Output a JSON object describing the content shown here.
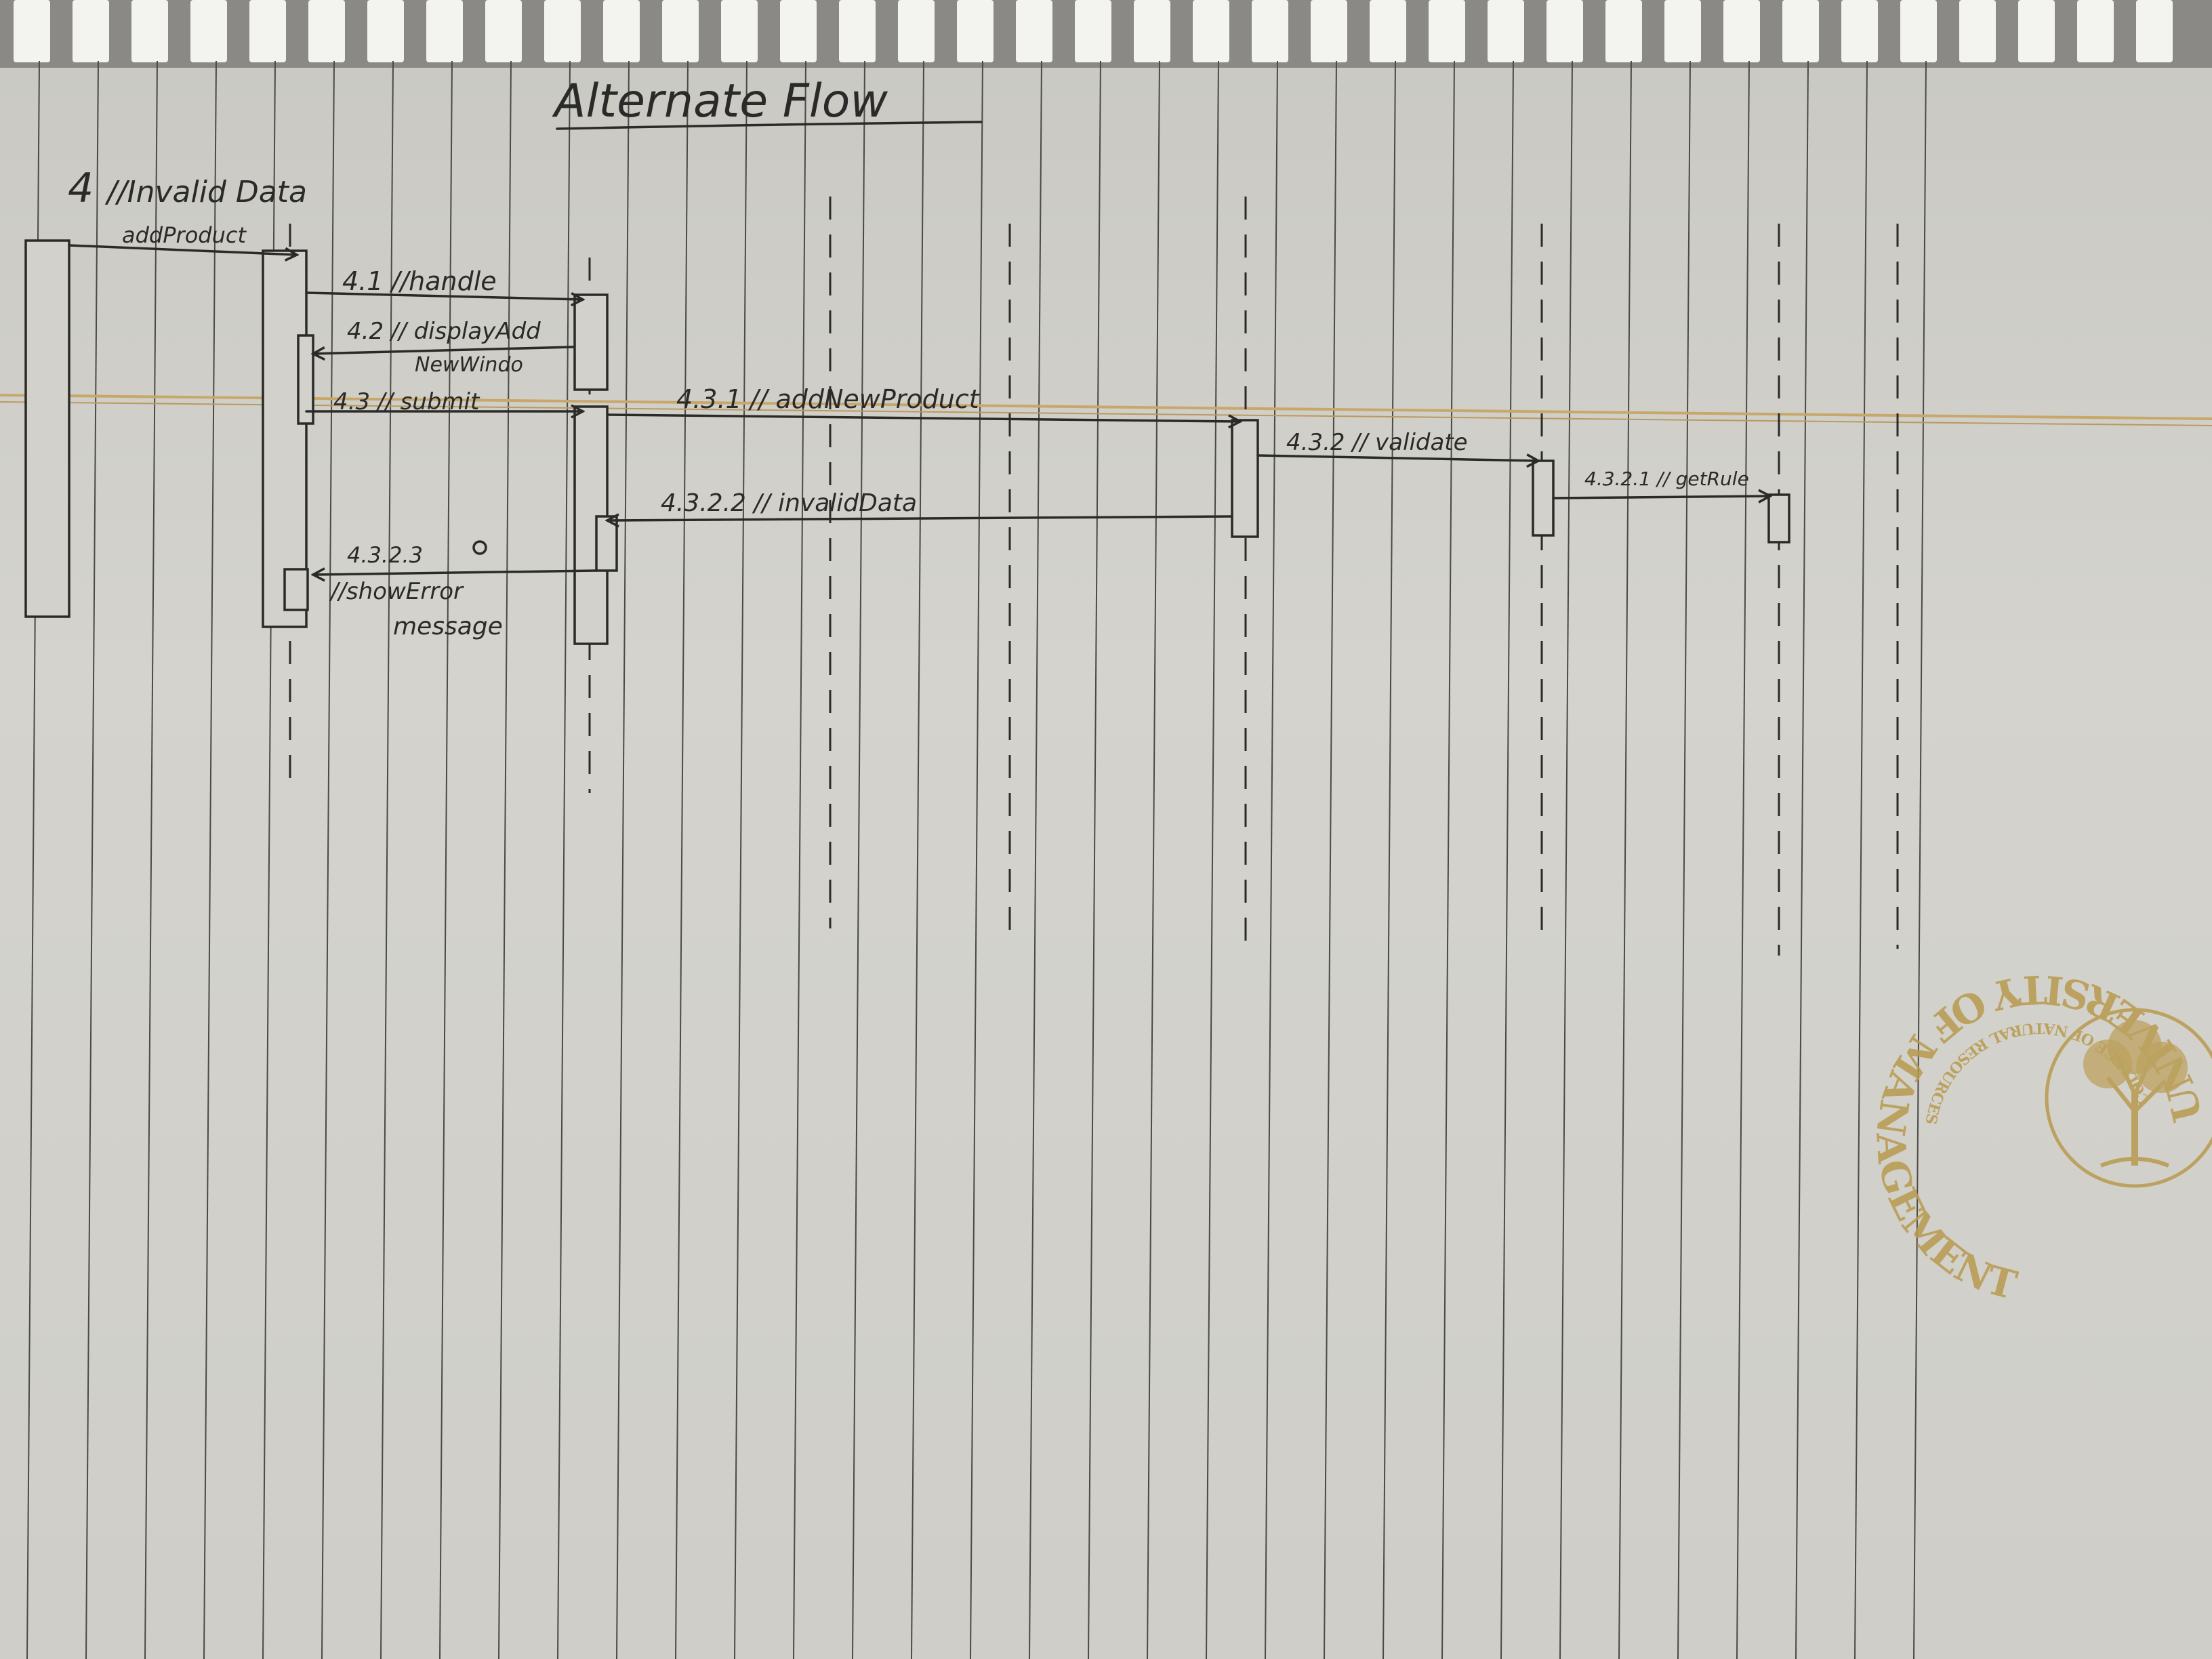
{
  "title": "Alternate Flow",
  "scenario": {
    "number": "4",
    "name": "//Invalid Data"
  },
  "messages": [
    {
      "label": "addProduct"
    },
    {
      "label": "4.1 //handle"
    },
    {
      "label_line1": "4.2 // displayAdd",
      "label_line2": "NewWindo"
    },
    {
      "label": "4.3 // submit"
    },
    {
      "label": "4.3.1 // addNewProduct"
    },
    {
      "label": "4.3.2 // validate"
    },
    {
      "label": "4.3.2.1 // getRule"
    },
    {
      "label": "4.3.2.2 // invalidData"
    },
    {
      "label_line1": "4.3.2.3",
      "label_line2": "//showError",
      "label_line3": "message"
    }
  ],
  "seal": {
    "text": "UNIVERSITY OF MANAGEMENT",
    "inner_text": "COLLEGE OF NATURAL RESOURCES",
    "color": "#b99a4e"
  },
  "colors": {
    "ink": "#2a2a28",
    "paper": "#d0cfc9",
    "rule": "#4a4a46",
    "spiral": "#f3f3f0",
    "seal": "#b99a4e",
    "margin_rule": "#c8a86a"
  }
}
